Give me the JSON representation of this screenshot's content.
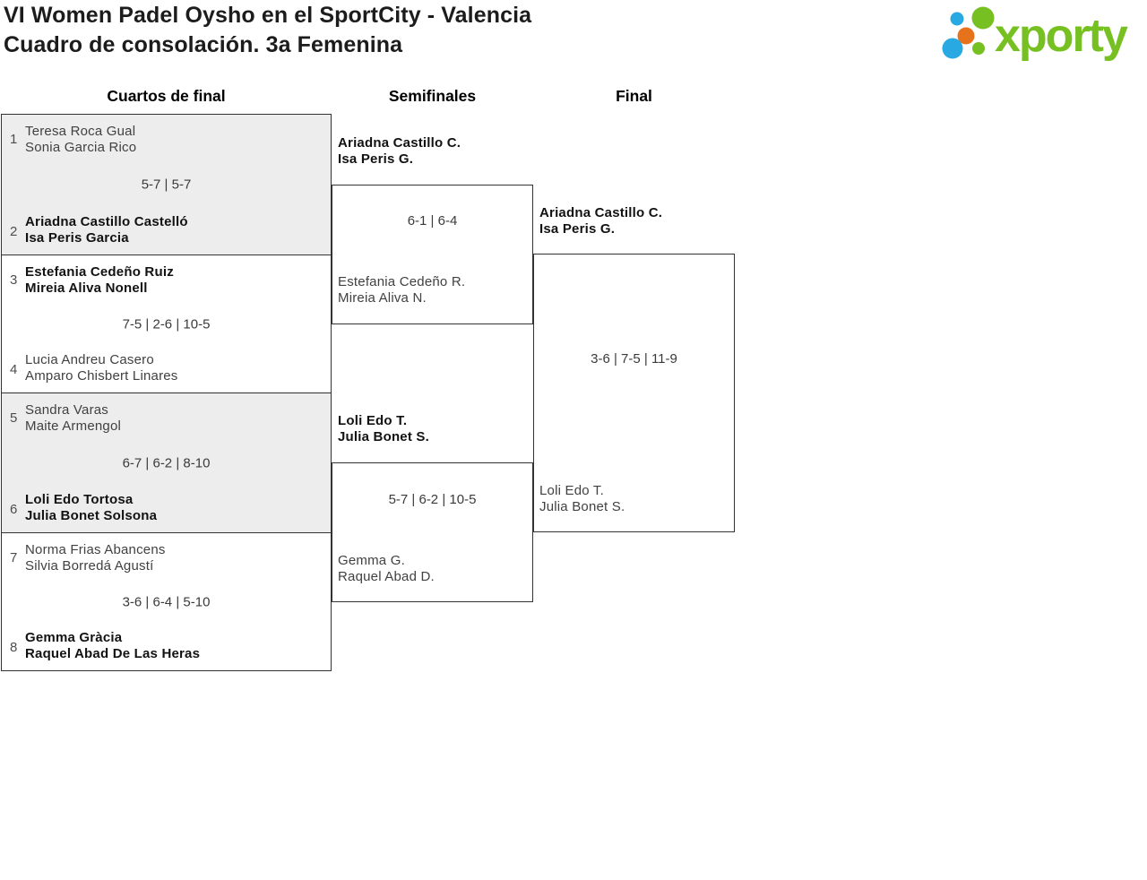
{
  "page": {
    "title_line1": "VI Women Padel Oysho en el SportCity - Valencia",
    "title_line2": "Cuadro de consolación. 3a Femenina"
  },
  "logo": {
    "text": "xporty",
    "green": "#76c021",
    "blue": "#29a9e1",
    "orange": "#e6731b"
  },
  "rounds": [
    {
      "label": "Cuartos de final"
    },
    {
      "label": "Semifinales"
    },
    {
      "label": "Final"
    }
  ],
  "quarterfinals": [
    {
      "seed_top": "1",
      "team_top": [
        "Teresa Roca Gual",
        "Sonia Garcia Rico"
      ],
      "team_top_winner": false,
      "score": "5-7 | 5-7",
      "seed_bottom": "2",
      "team_bottom": [
        "Ariadna Castillo Castelló",
        "Isa Peris Garcia"
      ],
      "team_bottom_winner": true
    },
    {
      "seed_top": "3",
      "team_top": [
        "Estefania Cedeño Ruiz",
        "Mireia Aliva Nonell"
      ],
      "team_top_winner": true,
      "score": "7-5 | 2-6 | 10-5",
      "seed_bottom": "4",
      "team_bottom": [
        "Lucia Andreu Casero",
        "Amparo Chisbert Linares"
      ],
      "team_bottom_winner": false
    },
    {
      "seed_top": "5",
      "team_top": [
        "Sandra Varas",
        "Maite Armengol"
      ],
      "team_top_winner": false,
      "score": "6-7 | 6-2 | 8-10",
      "seed_bottom": "6",
      "team_bottom": [
        "Loli Edo Tortosa",
        "Julia Bonet Solsona"
      ],
      "team_bottom_winner": true
    },
    {
      "seed_top": "7",
      "team_top": [
        "Norma Frias Abancens",
        "Silvia Borredá Agustí"
      ],
      "team_top_winner": false,
      "score": "3-6 | 6-4 | 5-10",
      "seed_bottom": "8",
      "team_bottom": [
        "Gemma Gràcia",
        "Raquel Abad De Las Heras"
      ],
      "team_bottom_winner": true
    }
  ],
  "semifinals": [
    {
      "team_top": [
        "Ariadna Castillo C.",
        "Isa Peris G."
      ],
      "team_top_winner": true,
      "score": "6-1 | 6-4",
      "team_bottom": [
        "Estefania Cedeño R.",
        "Mireia Aliva N."
      ],
      "team_bottom_winner": false
    },
    {
      "team_top": [
        "Loli Edo T.",
        "Julia Bonet S."
      ],
      "team_top_winner": true,
      "score": "5-7 | 6-2 | 10-5",
      "team_bottom": [
        "Gemma G.",
        "Raquel Abad D."
      ],
      "team_bottom_winner": false
    }
  ],
  "final": {
    "team_top": [
      "Ariadna Castillo C.",
      "Isa Peris G."
    ],
    "team_top_winner": true,
    "score": "3-6 | 7-5 | 11-9",
    "team_bottom": [
      "Loli Edo T.",
      "Julia Bonet S."
    ],
    "team_bottom_winner": false
  },
  "colors": {
    "shaded_row": "#ededed",
    "border": "#333333",
    "winner_text": "#121212",
    "loser_text": "#414141"
  }
}
